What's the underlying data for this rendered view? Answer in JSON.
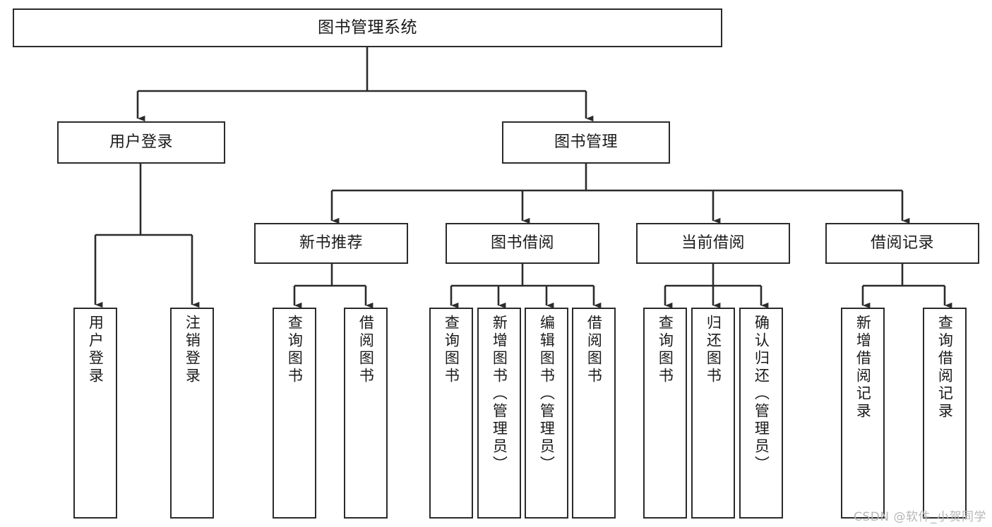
{
  "diagram": {
    "title_node": {
      "id": "root",
      "label": "图书管理系统"
    },
    "level2": [
      {
        "id": "user-login",
        "label": "用户登录"
      },
      {
        "id": "book-management",
        "label": "图书管理"
      }
    ],
    "level3": [
      {
        "id": "new-book-recommend",
        "label": "新书推荐"
      },
      {
        "id": "book-borrow",
        "label": "图书借阅"
      },
      {
        "id": "current-borrow",
        "label": "当前借阅"
      },
      {
        "id": "borrow-record",
        "label": "借阅记录"
      }
    ],
    "leaves": {
      "user_login": [
        {
          "id": "leaf-user-login",
          "label": "用户登录"
        },
        {
          "id": "leaf-logout-login",
          "label": "注销登录"
        }
      ],
      "new_book_recommend": [
        {
          "id": "leaf-query-book-1",
          "label": "查询图书"
        },
        {
          "id": "leaf-borrow-book-1",
          "label": "借阅图书"
        }
      ],
      "book_borrow": [
        {
          "id": "leaf-query-book-2",
          "label": "查询图书"
        },
        {
          "id": "leaf-add-book",
          "label": "新增图书（管理员）"
        },
        {
          "id": "leaf-edit-book",
          "label": "编辑图书（管理员）"
        },
        {
          "id": "leaf-borrow-book-2",
          "label": "借阅图书"
        }
      ],
      "current_borrow": [
        {
          "id": "leaf-query-book-3",
          "label": "查询图书"
        },
        {
          "id": "leaf-return-book",
          "label": "归还图书"
        },
        {
          "id": "leaf-confirm-return",
          "label": "确认归还（管理员）"
        }
      ],
      "borrow_record": [
        {
          "id": "leaf-add-record",
          "label": "新增借阅记录"
        },
        {
          "id": "leaf-query-record",
          "label": "查询借阅记录"
        }
      ]
    },
    "watermark": "CSDN @软件_小贺同学",
    "colors": {
      "stroke": "#2b2b2b",
      "fill": "#ffffff",
      "text": "#1a1a1a",
      "watermark": "#b6b6b6"
    }
  }
}
